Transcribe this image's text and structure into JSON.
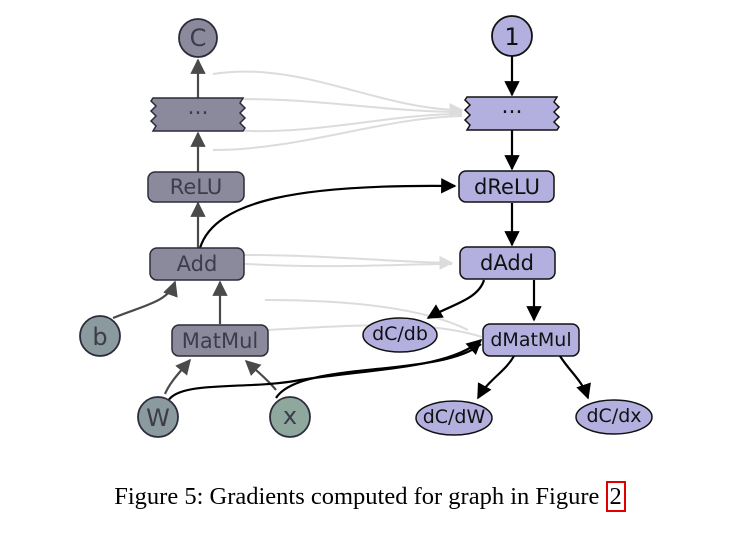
{
  "forward": {
    "output": "C",
    "ellipsis": "···",
    "relu": "ReLU",
    "add": "Add",
    "matmul": "MatMul",
    "b": "b",
    "w": "W",
    "x": "x"
  },
  "backward": {
    "seed": "1",
    "ellipsis": "···",
    "drelu": "dReLU",
    "dadd": "dAdd",
    "dcdb": "dC/db",
    "dmatmul": "dMatMul",
    "dcdw": "dC/dW",
    "dcdx": "dC/dx"
  },
  "caption": {
    "text": "Figure 5: Gradients computed for graph in Figure ",
    "ref": "2"
  },
  "colors": {
    "forward_fill": "#8a8a9c",
    "forward_text": "#3c3c4a",
    "backward_fill": "#b3b0e0",
    "input_fill": "#8b9a9e",
    "x_fill": "#8fa89e",
    "edge_dark": "#000000",
    "edge_faint": "#dcdcdc",
    "ref_border": "#e00000"
  }
}
